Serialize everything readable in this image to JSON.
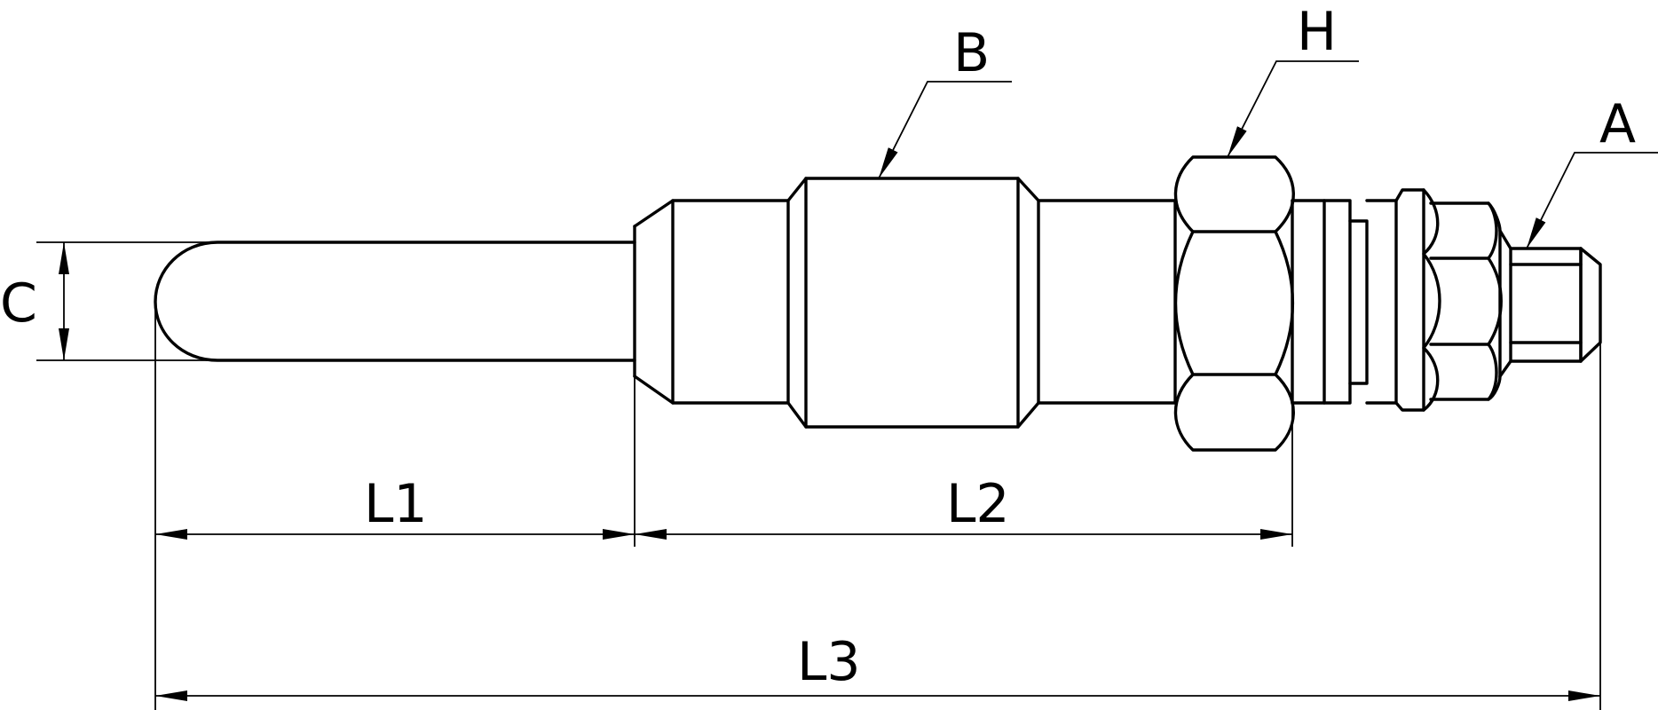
{
  "diagram": {
    "labels": {
      "B": "B",
      "H": "H",
      "A": "A",
      "C": "C",
      "L1": "L1",
      "L2": "L2",
      "L3": "L3"
    }
  }
}
